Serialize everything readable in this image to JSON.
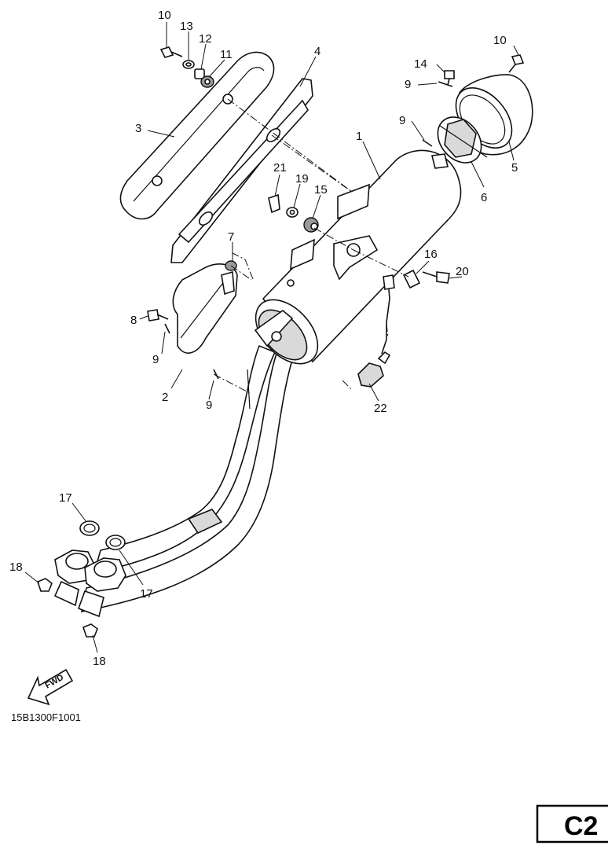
{
  "diagram": {
    "drawing_code": "15B1300F1001",
    "fwd_label": "FWD",
    "section_tag": "C2",
    "part_labels": {
      "p1": "1",
      "p2": "2",
      "p3": "3",
      "p4": "4",
      "p5": "5",
      "p6": "6",
      "p7": "7",
      "p8": "8",
      "p9a": "9",
      "p9b": "9",
      "p9c": "9",
      "p9d": "9",
      "p10a": "10",
      "p10b": "10",
      "p11": "11",
      "p12": "12",
      "p13": "13",
      "p14": "14",
      "p15": "15",
      "p16": "16",
      "p17a": "17",
      "p17b": "17",
      "p18a": "18",
      "p18b": "18",
      "p19": "19",
      "p20": "20",
      "p21": "21",
      "p22": "22"
    }
  }
}
